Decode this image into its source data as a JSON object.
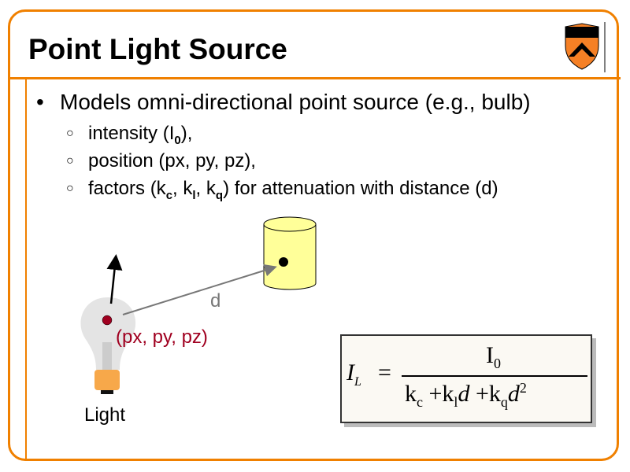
{
  "slide": {
    "title": "Point Light Source",
    "bullet": "Models omni-directional point source (e.g., bulb)",
    "sub_items": [
      {
        "pre": "intensity (I",
        "s1": "0",
        "post": "),"
      },
      {
        "pre": "position (px, py, pz),"
      },
      {
        "pre": "factors (k",
        "s1": "c",
        "mid1": ", k",
        "s2": "l",
        "mid2": ", k",
        "s3": "q",
        "post": ") for attenuation with distance (d)"
      }
    ]
  },
  "diagram": {
    "distance_label": "d",
    "position_label": "(px, py, pz)",
    "light_label": "Light"
  },
  "formula": {
    "lhs": "I",
    "lhs_sub": "L",
    "eq": "=",
    "numerator": "I",
    "numerator_sub": "0",
    "den": {
      "kc": "k",
      "kc_sub": "c",
      "plus1": "+",
      "kl": "k",
      "kl_sub": "l",
      "d1": "d",
      "plus2": "+",
      "kq": "k",
      "kq_sub": "q",
      "d2": "d",
      "exp": "2"
    }
  },
  "colors": {
    "accent": "#f08000",
    "position": "#a00020",
    "cylinder": "#ffff99"
  }
}
